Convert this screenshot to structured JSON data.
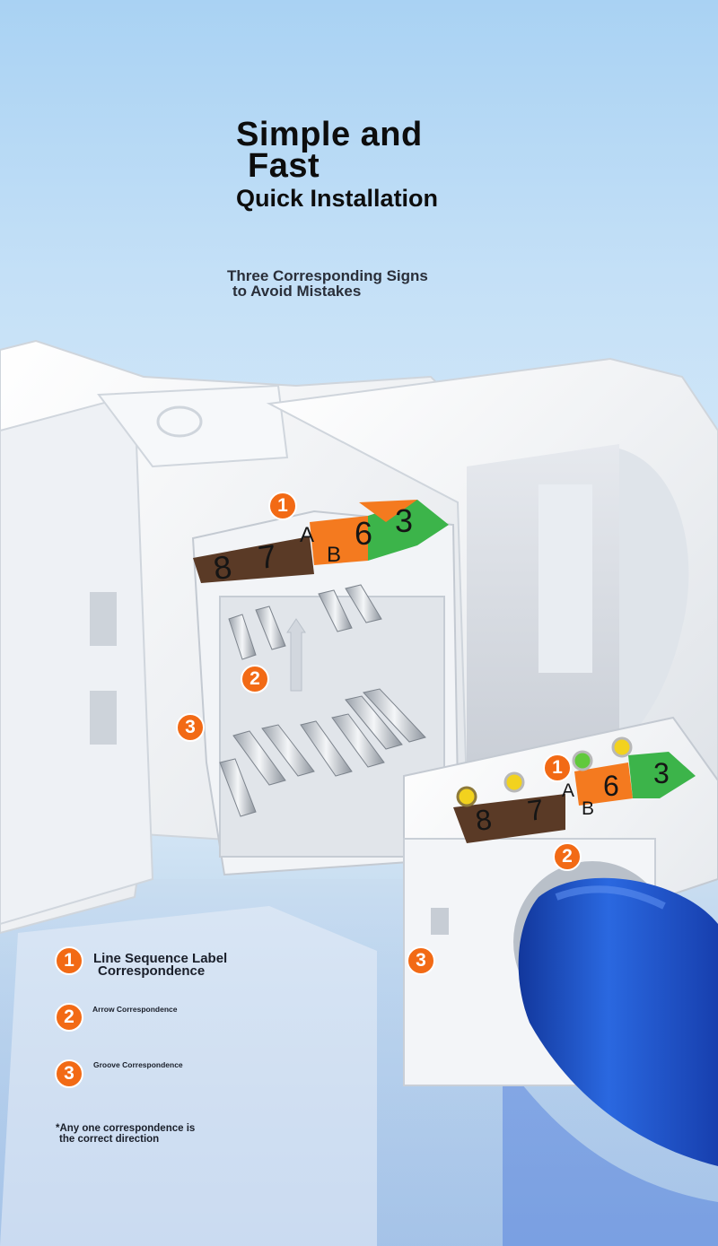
{
  "headline": {
    "line1": "Simple and",
    "line2": "Fast",
    "line3": "Quick Installation"
  },
  "subheadline": {
    "line1": "Three Corresponding Signs",
    "line2": "to Avoid Mistakes"
  },
  "labels": {
    "left_jack": [
      "8",
      "7",
      "A",
      "B",
      "6",
      "3"
    ],
    "right_jack": [
      "8",
      "7",
      "A",
      "B",
      "6",
      "3"
    ]
  },
  "markers": [
    "1",
    "2",
    "3"
  ],
  "legend": [
    {
      "number": "1",
      "line1": "Line Sequence Label",
      "line2": "Correspondence"
    },
    {
      "number": "2",
      "line1": "Arrow Correspondence"
    },
    {
      "number": "3",
      "line1": "Groove Correspondence"
    }
  ],
  "note": {
    "line1": "*Any one correspondence is",
    "line2": "the correct direction"
  },
  "colors": {
    "badge": "#f26a15",
    "brown": "#5a3a26",
    "orange": "#f47a1f",
    "green": "#3cb44a",
    "cable": "#1f56d0"
  }
}
